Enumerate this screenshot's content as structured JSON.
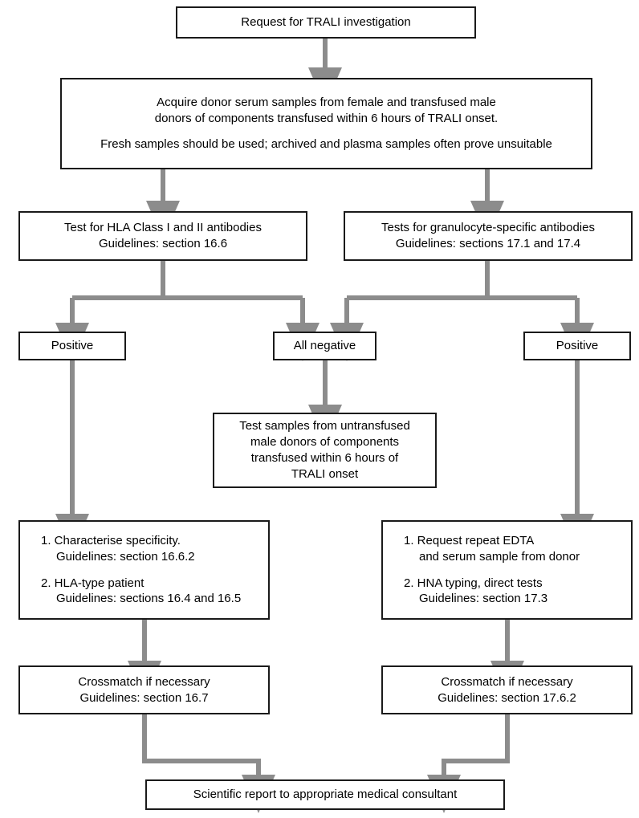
{
  "diagram": {
    "title": "TRALI investigation laboratory workflow",
    "colors": {
      "box_border": "#1a1a1a",
      "box_fill": "#ffffff",
      "connector": "#8c8c8c",
      "text": "#000000"
    },
    "nodes": {
      "request": {
        "line1": "Request for TRALI investigation"
      },
      "acquire": {
        "line1": "Acquire donor serum samples from female and transfused male",
        "line2": "donors of components transfused within 6 hours of TRALI onset.",
        "line3": "Fresh samples should be used; archived and plasma samples often prove unsuitable"
      },
      "hla_test": {
        "line1": "Test for HLA Class I and II antibodies",
        "line2": "Guidelines: section 16.6"
      },
      "gran_test": {
        "line1": "Tests for granulocyte-specific antibodies",
        "line2": "Guidelines: sections 17.1 and 17.4"
      },
      "positive_left": {
        "line1": "Positive"
      },
      "all_negative": {
        "line1": "All negative"
      },
      "positive_right": {
        "line1": "Positive"
      },
      "untransfused": {
        "line1": "Test samples from untransfused",
        "line2": "male donors of components",
        "line3": "transfused within 6 hours of",
        "line4": "TRALI onset"
      },
      "hla_actions": {
        "item1": "1. Characterise specificity.",
        "item1_sub": "Guidelines: section 16.6.2",
        "item2": "2. HLA-type patient",
        "item2_sub": "Guidelines: sections 16.4 and 16.5"
      },
      "gran_actions": {
        "item1": "1. Request repeat EDTA",
        "item1_sub": "and serum sample from donor",
        "item2": "2. HNA typing, direct tests",
        "item2_sub": "Guidelines: section 17.3"
      },
      "crossmatch_left": {
        "line1": "Crossmatch if necessary",
        "line2": "Guidelines: section 16.7"
      },
      "crossmatch_right": {
        "line1": "Crossmatch if necessary",
        "line2": "Guidelines: section 17.6.2"
      },
      "report": {
        "line1": "Scientific report to appropriate medical consultant"
      }
    }
  }
}
